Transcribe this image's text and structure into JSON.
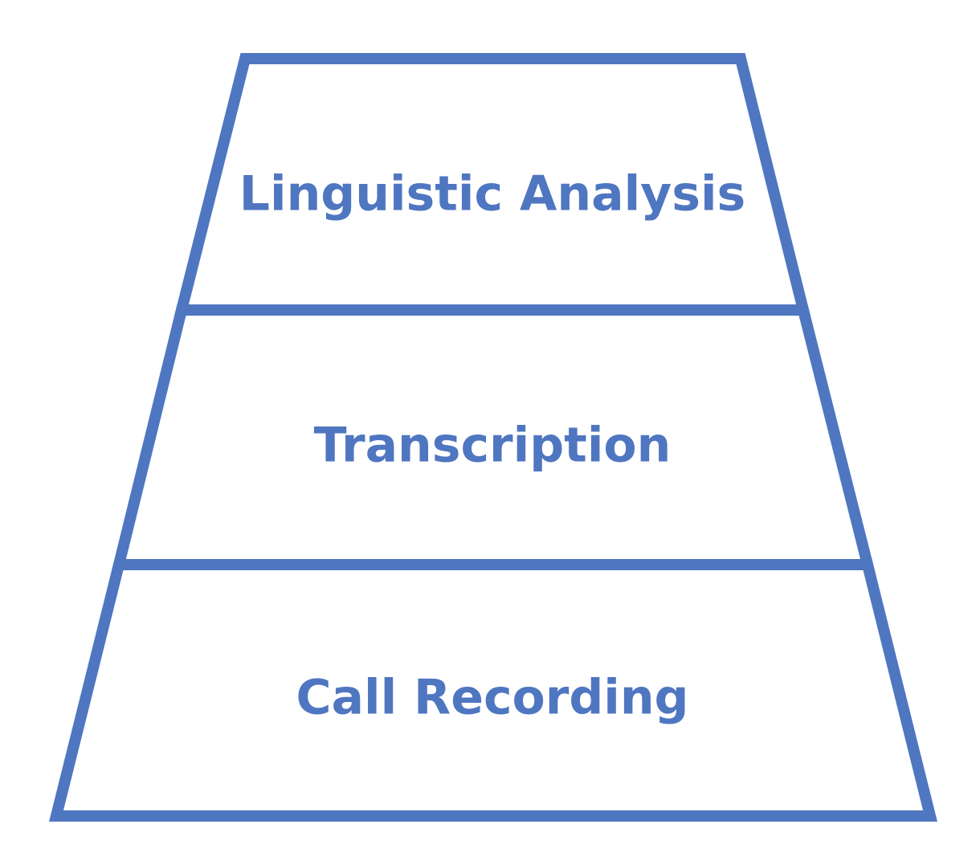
{
  "diagram": {
    "type": "stacked-pyramid",
    "stroke_color": "#4f76c0",
    "text_color": "#4f76c0",
    "fill_color": "#ffffff",
    "tiers": [
      {
        "label": "Linguistic Analysis"
      },
      {
        "label": "Transcription"
      },
      {
        "label": "Call Recording"
      }
    ]
  }
}
